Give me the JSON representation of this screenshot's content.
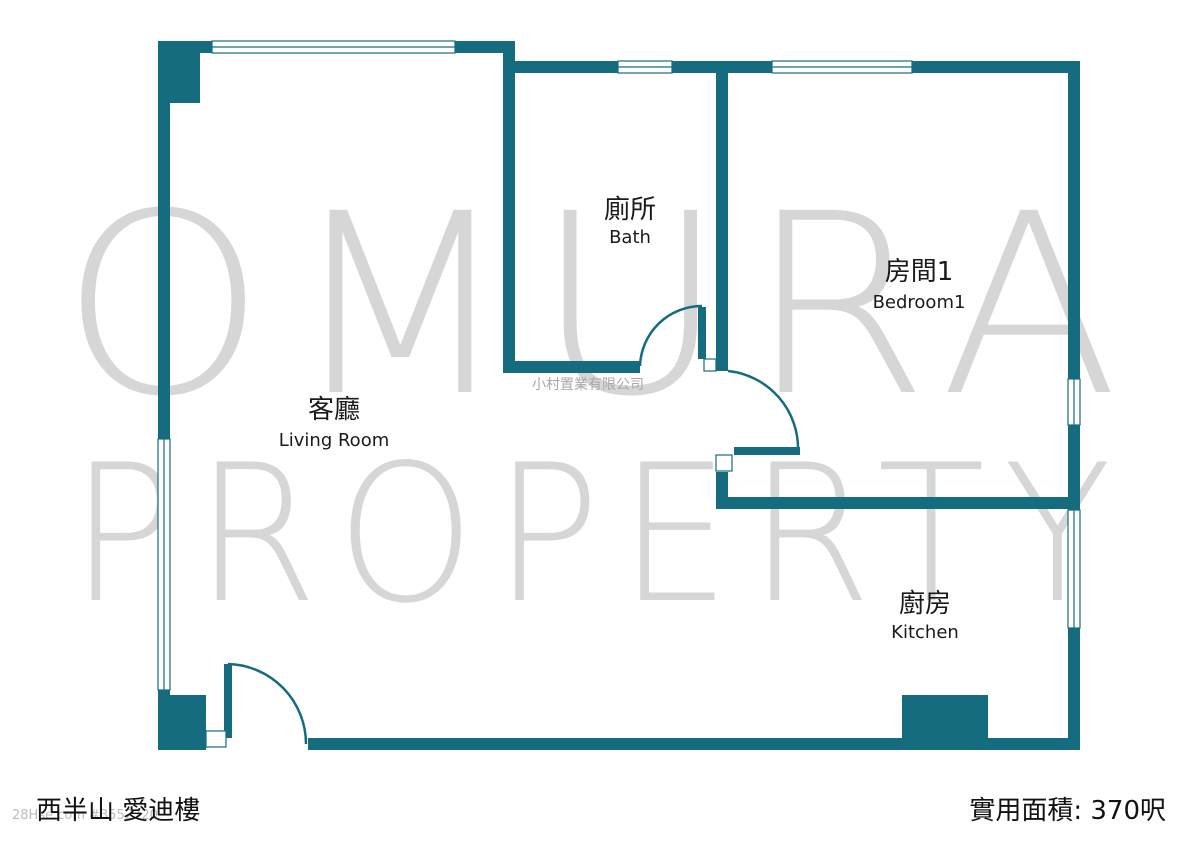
{
  "watermark": {
    "line1": "OMURA",
    "line2": "PROPERTY",
    "company": "小村置業有限公司"
  },
  "rooms": {
    "bath": {
      "zh": "廁所",
      "en": "Bath"
    },
    "bedroom1": {
      "zh": "房間1",
      "en": "Bedroom1"
    },
    "living": {
      "zh": "客廳",
      "en": "Living Room"
    },
    "kitchen": {
      "zh": "廚房",
      "en": "Kitchen"
    }
  },
  "footer": {
    "building": "西半山 愛迪樓",
    "area": "實用面積: 370呎",
    "listing_code": "28Hse.com #3552720"
  },
  "colors": {
    "wall": "#146c7e",
    "watermark": "#d6d6d6"
  }
}
